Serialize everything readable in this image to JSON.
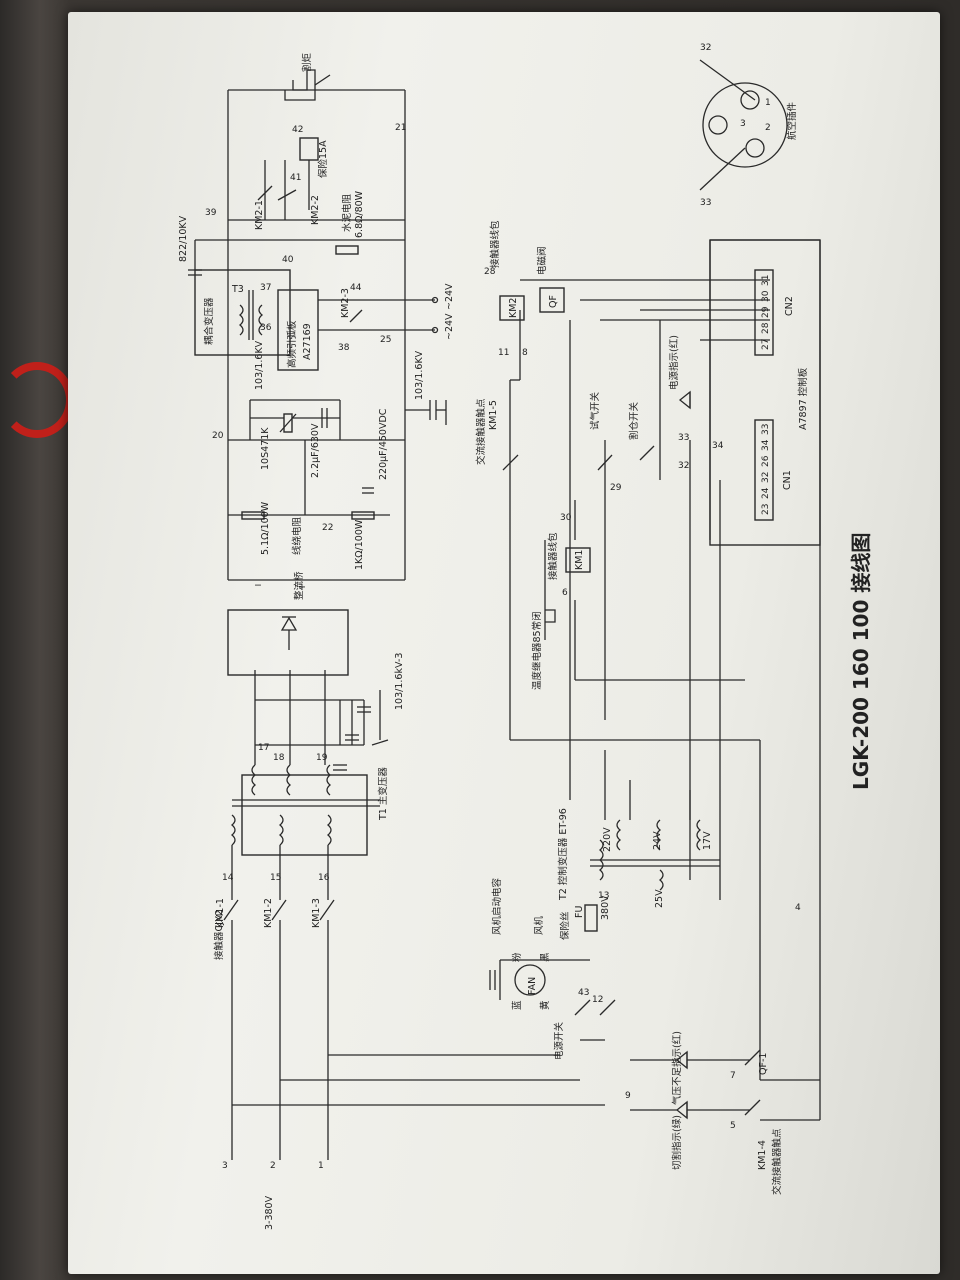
{
  "diagram": {
    "title": "LGK-200 160 100 接线图",
    "components": {
      "supply": "3-380V",
      "contactor": "接触器CJX2",
      "km1_1": "KM1-1",
      "km1_2": "KM1-2",
      "km1_3": "KM1-3",
      "main_transformer": "T1 主变压器",
      "snubber_caps": "103/1.6kV-3",
      "rectifier_bridge": "整流桥",
      "minus": "−",
      "plus": "+",
      "res_51": "5.1Ω/100W",
      "res_1k": "1KΩ/100W",
      "varistor": "10S471K",
      "cap_22": "2.2μF/630V",
      "cap_220": "220μF/450VDC",
      "balance_res": "线绕电阻",
      "cap_103_top": "103/1.6KV",
      "cap_103_mid": "103/1.6KV",
      "coupling_transformer": "耦合变压器",
      "t3": "T3",
      "hf_board": "高频引弧板",
      "hf_board_model": "A27169",
      "cap_822": "822/10KV",
      "km2_1": "KM2-1",
      "km2_2": "KM2-2",
      "km2_3": "KM2-3",
      "cement_res": "水泥电阻",
      "cement_res_value": "6.8Ω/80W",
      "fuse_15a": "保险15A",
      "torch": "割炬",
      "dc24_minus": "~24V",
      "dc24_plus": "~24V",
      "ac_contact_km1_5": "交流接触器触点",
      "km1_5": "KM1-5",
      "km2_coil_label": "接触器线包",
      "km2": "KM2",
      "solenoid": "电磁阀",
      "qf": "QF",
      "gas_test_switch": "试气开关",
      "cut_switch": "割仓开关",
      "power_led": "电源指示(红)",
      "control_board": "A7897 控制板",
      "cn1": "CN1",
      "cn2": "CN2",
      "cn1_pins": [
        "23",
        "24",
        "32",
        "26",
        "34",
        "33"
      ],
      "cn2_pins": [
        "27",
        "28",
        "29",
        "30",
        "31"
      ],
      "km1_coil_label": "接触器线包",
      "km1": "KM1",
      "thermal_relay": "温度继电器85常闭",
      "fan_cap": "风机启动电容",
      "fan": "风机",
      "fan_symbol": "FAN",
      "wire_pink": "粉",
      "wire_black": "黑",
      "wire_blue": "蓝",
      "wire_yellow": "黄",
      "fuse_label": "保险丝",
      "fu": "FU",
      "control_transformer": "T2 控制变压器 ET-96",
      "v380": "380V",
      "v220": "220V",
      "v24": "24V",
      "v17": "17V",
      "v25": "25V",
      "power_switch": "电源开关",
      "gas_low_led": "气压不足指示(红)",
      "cut_led": "切割指示(绿)",
      "km1_4": "KM1-4",
      "ac_contact_km1_4": "交流接触器触点",
      "qf1": "QF-1",
      "aviation_plug": "航空插件",
      "plug_pins": [
        "1",
        "2",
        "3"
      ],
      "plug_wire_32": "32",
      "plug_wire_33": "33"
    },
    "wire_numbers": [
      "1",
      "2",
      "3",
      "4",
      "5",
      "6",
      "7",
      "8",
      "9",
      "11",
      "12",
      "13",
      "14",
      "15",
      "16",
      "17",
      "18",
      "19",
      "20",
      "21",
      "22",
      "25",
      "28",
      "29",
      "30",
      "32",
      "33",
      "34",
      "36",
      "37",
      "38",
      "39",
      "40",
      "41",
      "42",
      "43",
      "44"
    ]
  }
}
